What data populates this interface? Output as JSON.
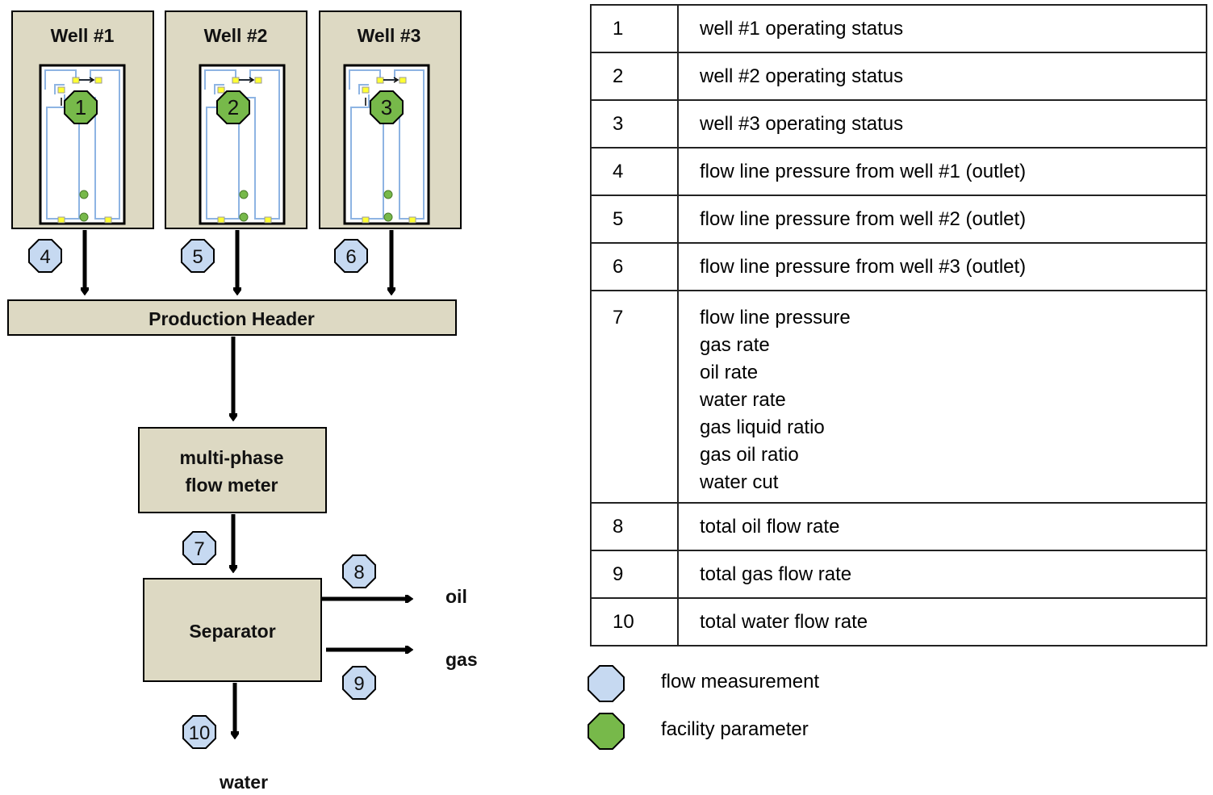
{
  "wells": [
    {
      "title": "Well #1",
      "marker": "1"
    },
    {
      "title": "Well #2",
      "marker": "2"
    },
    {
      "title": "Well #3",
      "marker": "3"
    }
  ],
  "flow_markers": {
    "m4": "4",
    "m5": "5",
    "m6": "6",
    "m7": "7",
    "m8": "8",
    "m9": "9",
    "m10": "10"
  },
  "production_header": "Production Header",
  "flow_meter": {
    "line1": "multi-phase",
    "line2": "flow meter"
  },
  "separator": "Separator",
  "outputs": {
    "oil": "oil",
    "gas": "gas",
    "water": "water"
  },
  "table": {
    "rows": [
      {
        "num": "1",
        "desc": "well #1 operating status"
      },
      {
        "num": "2",
        "desc": "well #2 operating status"
      },
      {
        "num": "3",
        "desc": "well #3 operating status"
      },
      {
        "num": "4",
        "desc": "flow line pressure from well #1 (outlet)"
      },
      {
        "num": "5",
        "desc": "flow line pressure from well #2 (outlet)"
      },
      {
        "num": "6",
        "desc": "flow line pressure from well #3 (outlet)"
      }
    ],
    "row7": {
      "num": "7",
      "params": [
        "flow line pressure",
        "gas rate",
        "oil rate",
        "water rate",
        "gas liquid ratio",
        "gas oil ratio",
        "water cut"
      ]
    },
    "rows_after": [
      {
        "num": "8",
        "desc": "total oil flow rate"
      },
      {
        "num": "9",
        "desc": "total gas flow rate"
      },
      {
        "num": "10",
        "desc": "total water flow rate"
      }
    ]
  },
  "legend": {
    "flow_measurement": "flow measurement",
    "facility_parameter": "facility parameter"
  },
  "colors": {
    "box_fill": "#ddd9c3",
    "flow_marker": "#c6d9f1",
    "facility_marker": "#77b94a",
    "diagram_lines": "#8eb4e3",
    "sensor": "#ffff33"
  }
}
